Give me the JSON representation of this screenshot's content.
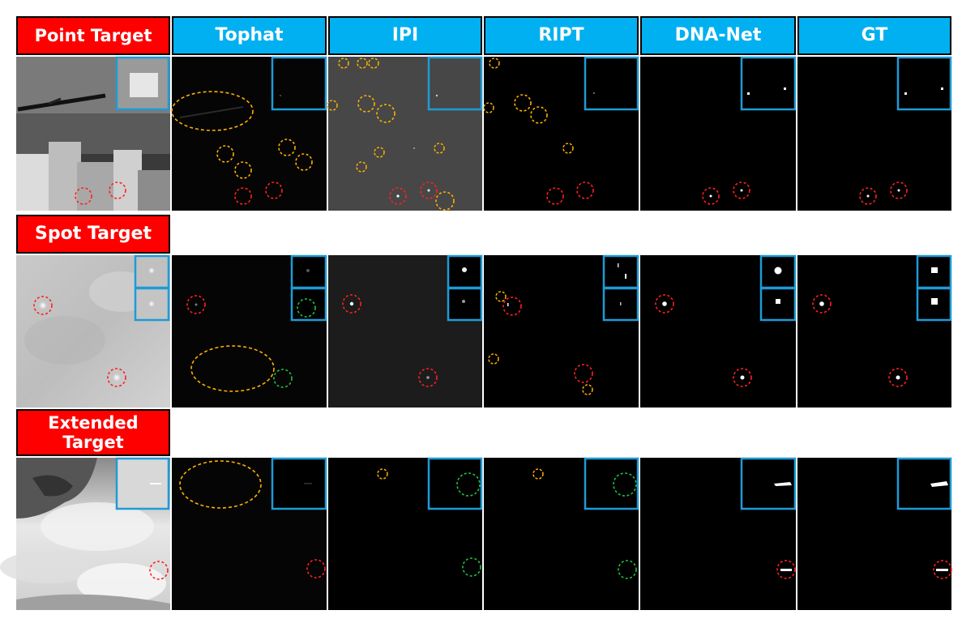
{
  "column_headers": {
    "input": "Point Target",
    "tophat": "Tophat",
    "ipi": "IPI",
    "ript": "RIPT",
    "dnanet": "DNA-Net",
    "gt": "GT"
  },
  "row_labels": {
    "spot": "Spot Target",
    "extended_line1": "Extended",
    "extended_line2": "Target"
  },
  "colors": {
    "header_blue": "#00b0f0",
    "label_red": "#ff0000",
    "zoom_box": "#1e9bd7",
    "true_detection_circle": "#ff2020",
    "false_alarm_circle": "#ffb000",
    "missed_detection_circle": "#20c040"
  }
}
